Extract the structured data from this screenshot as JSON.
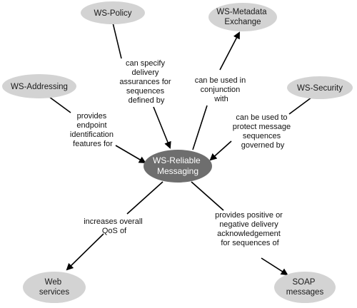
{
  "colors": {
    "node_fill": "#d3d3d3",
    "center_fill": "#6e6e6e",
    "stroke": "#000000",
    "center_text": "#ffffff"
  },
  "nodes": {
    "policy": {
      "lines": [
        "WS-Policy"
      ]
    },
    "metadata": {
      "lines": [
        "WS-Metadata",
        "Exchange"
      ]
    },
    "addressing": {
      "lines": [
        "WS-Addressing"
      ]
    },
    "security": {
      "lines": [
        "WS-Security"
      ]
    },
    "center": {
      "lines": [
        "WS-Reliable",
        "Messaging"
      ]
    },
    "web_services": {
      "lines": [
        "Web",
        "services"
      ]
    },
    "soap": {
      "lines": [
        "SOAP",
        "messages"
      ]
    }
  },
  "edges": {
    "policy": {
      "lines": [
        "can specify",
        "delivery",
        "assurances for",
        "sequences",
        "defined by"
      ]
    },
    "metadata": {
      "lines": [
        "can be used in",
        "conjunction",
        "with"
      ]
    },
    "addressing": {
      "lines": [
        "provides",
        "endpoint",
        "identification",
        "features for"
      ]
    },
    "security": {
      "lines": [
        "can be used to",
        "protect message",
        "sequences",
        "governed by"
      ]
    },
    "web_services": {
      "lines": [
        "increases overall",
        "QoS of"
      ]
    },
    "soap": {
      "lines": [
        "provides positive or",
        "negative delivery",
        "acknowledgement",
        "for sequences of"
      ]
    }
  }
}
